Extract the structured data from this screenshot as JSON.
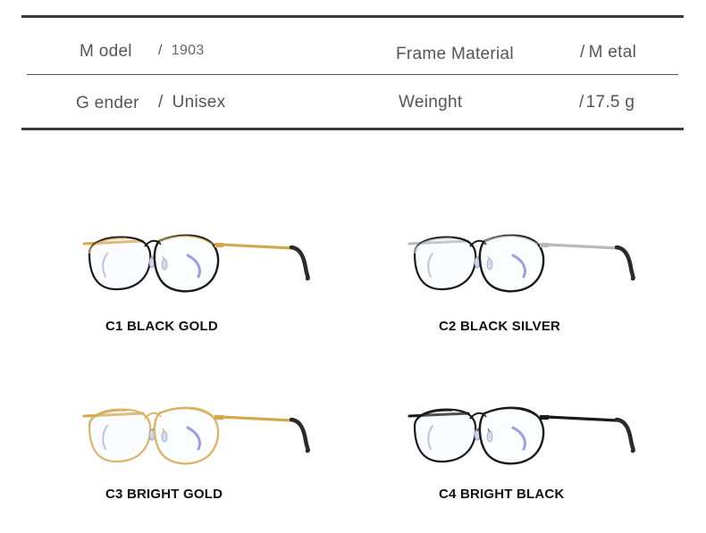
{
  "specs": {
    "model_label": "M odel",
    "model_value": "1903",
    "material_label": "Frame  Material",
    "material_value": "M etal",
    "gender_label": "G ender",
    "gender_value": "Unisex",
    "weight_label": "Weinght",
    "weight_value": "17.5 g",
    "separator": "/"
  },
  "variants": [
    {
      "caption": "C1 BLACK GOLD",
      "rim_color": "#1a1a1a",
      "temple_color": "#d6a84e",
      "nose_color": "#c99a3e"
    },
    {
      "caption": "C2 BLACK SILVER",
      "rim_color": "#1a1a1a",
      "temple_color": "#b9b9b9",
      "nose_color": "#a8a8a8"
    },
    {
      "caption": "C3 BRIGHT GOLD",
      "rim_color": "#d9b66a",
      "temple_color": "#d6a84e",
      "nose_color": "#c99a3e"
    },
    {
      "caption": "C4 BRIGHT BLACK",
      "rim_color": "#1a1a1a",
      "temple_color": "#1a1a1a",
      "nose_color": "#333333"
    }
  ],
  "icons": {
    "glasses": "eyeglasses-icon"
  }
}
